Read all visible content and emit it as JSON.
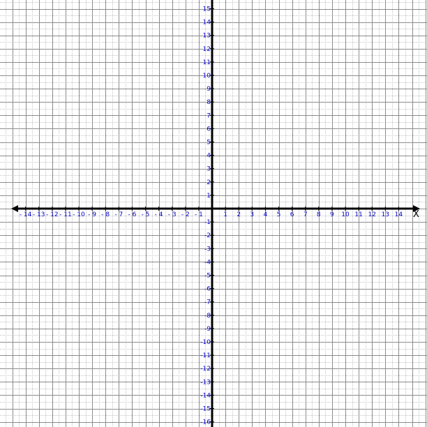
{
  "chart_data": {
    "type": "scatter",
    "title": "",
    "xlabel": "X",
    "ylabel": "",
    "xlim": [
      -14,
      14
    ],
    "ylim": [
      -16,
      15
    ],
    "minor_step": 0.5,
    "major_step": 1,
    "grid": "on",
    "x_tick_labels": [
      "- 14",
      "- 13",
      "- 12",
      "- 11",
      "- 10",
      "- 9",
      "- 8",
      "- 7",
      "- 6",
      "- 5",
      "- 4",
      "- 3",
      "- 2",
      "- 1",
      "1",
      "2",
      "3",
      "4",
      "5",
      "6",
      "7",
      "8",
      "9",
      "10",
      "11",
      "12",
      "13",
      "14"
    ],
    "y_tick_labels": [
      "15",
      "14",
      "13",
      "12",
      "11",
      "10",
      "9",
      "8",
      "7",
      "6",
      "5",
      "4",
      "3",
      "2",
      "1",
      "-1",
      "-2",
      "-3",
      "-4",
      "-5",
      "-6",
      "-7",
      "-8",
      "-9",
      "-10",
      "-11",
      "-12",
      "-13",
      "-14",
      "-15",
      "-16"
    ],
    "series": [],
    "colors": {
      "tick_label": "#0000cc",
      "axis": "#000000",
      "major_grid": "#8c8c8c",
      "minor_grid": "#c4c4c4"
    }
  }
}
